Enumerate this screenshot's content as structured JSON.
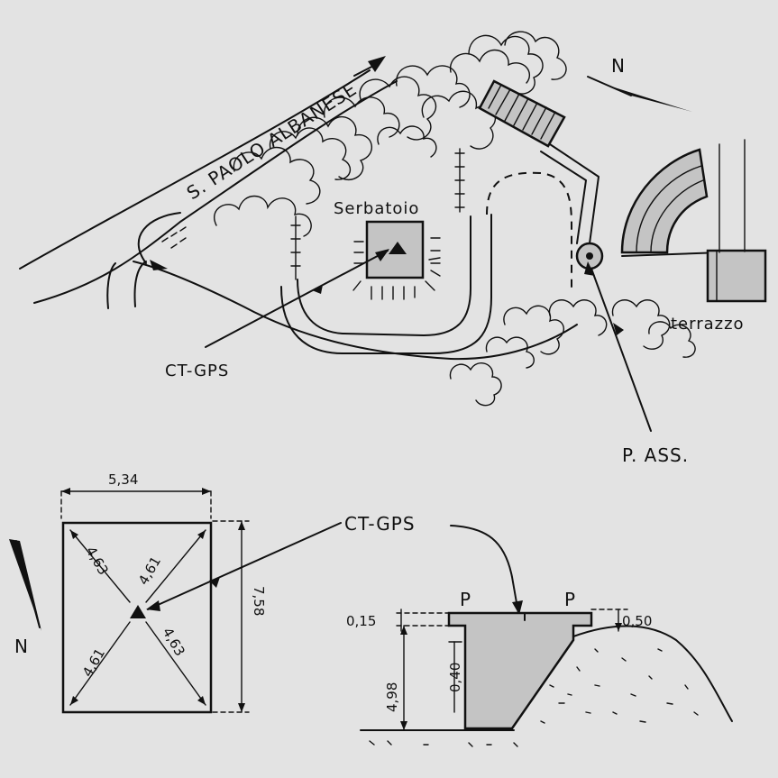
{
  "site_plan": {
    "road_label": "S. PAOLO ALBANESE",
    "reservoir_label": "Serbatoio",
    "station_label": "CT-GPS",
    "terrace_label": "terrazzo",
    "point_label": "P. ASS.",
    "north_label": "N"
  },
  "plan_detail": {
    "north_label": "N",
    "width_label": "5,34",
    "height_label": "7,58",
    "diag_top_left": "4,63",
    "diag_top_right": "4,61",
    "diag_bottom_left": "4,61",
    "diag_bottom_right": "4,63"
  },
  "section_detail": {
    "station_label": "CT-GPS",
    "p_left": "P",
    "p_right": "P",
    "slab_thickness": "0,15",
    "height": "4,98",
    "inner_depth": "0,40",
    "right_step": "0,50"
  },
  "colors": {
    "ink": "#111111",
    "paper": "#e3e3e3",
    "fill": "#c4c4c4"
  }
}
